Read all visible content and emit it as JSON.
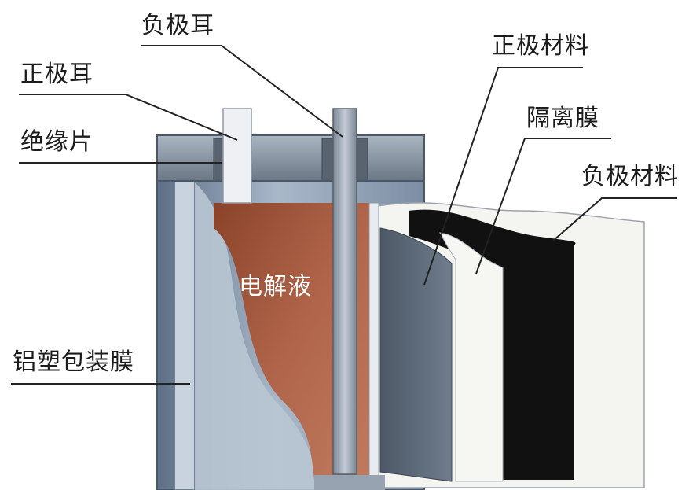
{
  "labels": {
    "negative_tab": "负极耳",
    "positive_tab": "正极耳",
    "insulation_sheet": "绝缘片",
    "aluminum_plastic_film": "铝塑包装膜",
    "electrolyte": "电解液",
    "positive_material": "正极材料",
    "separator": "隔离膜",
    "negative_material": "负极材料"
  },
  "colors": {
    "electrolyte": "#a2553a",
    "casing": "#8fa1b6",
    "lid": "#7b8794",
    "tab": "#eceef0",
    "separator_white": "#f4f4f0",
    "negative_black": "#111111"
  }
}
